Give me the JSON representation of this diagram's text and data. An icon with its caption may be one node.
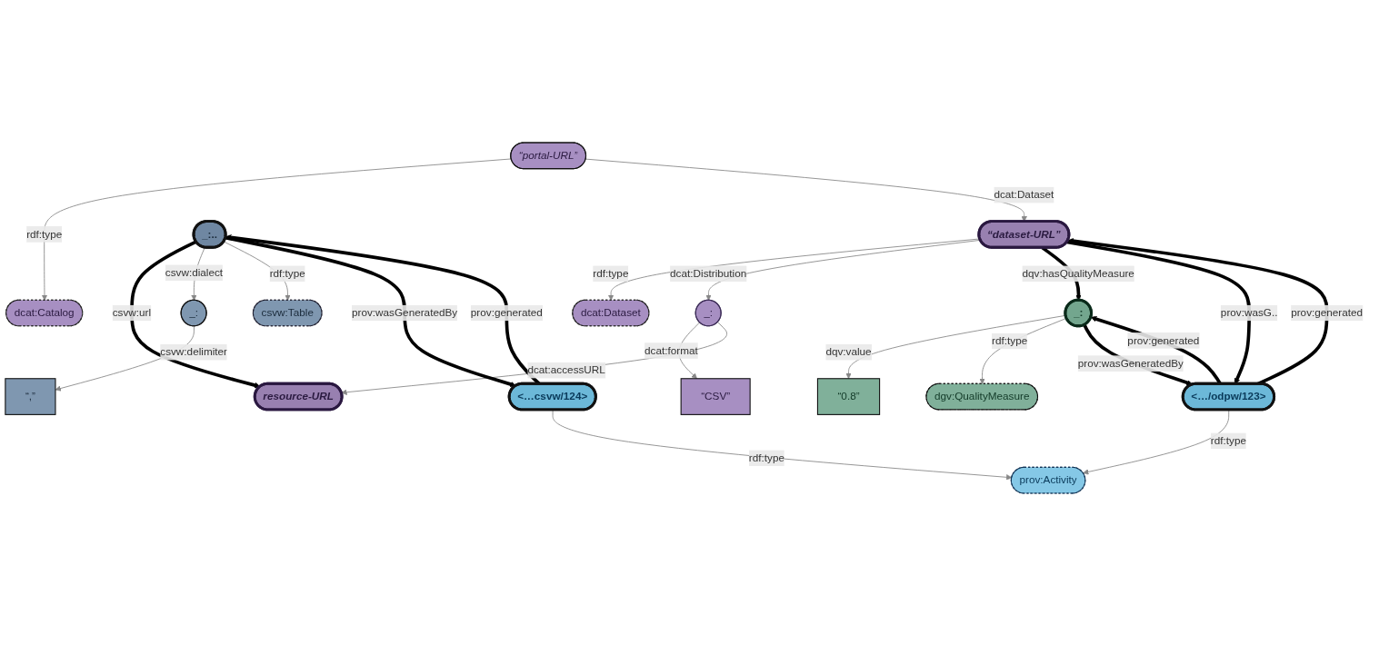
{
  "diagram": {
    "nodes": [
      {
        "text": [
          "dcat:Dataset"
        ]
      },
      {
        "text": [
          "“CSV”"
        ]
      },
      {
        "text": [
          "“portal-URL”"
        ]
      },
      {
        "text": [
          "_:"
        ]
      },
      {
        "text": [
          "resource-URL"
        ]
      },
      {
        "text": [
          "_:"
        ]
      },
      {
        "text": [
          "dcat:Catalog"
        ]
      },
      {
        "text": [
          "“dataset-URL”"
        ]
      },
      {
        "text": [
          "“,”"
        ]
      },
      {
        "text": [
          "_:.."
        ]
      },
      {
        "text": [
          "csvw:Table"
        ]
      },
      {
        "text": [
          "“0.8”"
        ]
      },
      {
        "text": [
          "_:"
        ]
      },
      {
        "text": [
          "<…csvw/124>"
        ]
      },
      {
        "text": [
          "dgv:QualityMeasure"
        ]
      },
      {
        "text": [
          "<…/odpw/123>"
        ]
      },
      {
        "text": [
          "prov:Activity"
        ]
      }
    ],
    "edges": [
      {
        "from": 2,
        "to": 6,
        "arrow": "to",
        "label": "rdf:type"
      },
      {
        "from": 2,
        "to": 7,
        "arrow": "to",
        "label": "dcat:Dataset"
      },
      {
        "from": 7,
        "to": 0,
        "arrow": "to",
        "label": "rdf:type"
      },
      {
        "from": 7,
        "to": 3,
        "arrow": "to",
        "label": "dcat:Distribution"
      },
      {
        "from": 3,
        "to": 1,
        "arrow": "to",
        "label": "dcat:format"
      },
      {
        "from": 3,
        "to": 4,
        "arrow": "to",
        "label": "dcat:accessURL"
      },
      {
        "from": 9,
        "to": 4,
        "arrow": "to",
        "label": "csvw:url",
        "style": "thick",
        "color": "#000000"
      },
      {
        "from": 9,
        "to": 5,
        "arrow": "to",
        "label": "csvw:dialect"
      },
      {
        "from": 5,
        "to": 8,
        "arrow": "to",
        "label": "csvw:delimiter"
      },
      {
        "from": 9,
        "to": 10,
        "arrow": "to",
        "label": "rdf:type"
      },
      {
        "from": 9,
        "to": 13,
        "arrow": "to",
        "label": "prov:wasGeneratedBy",
        "style": "thick",
        "color": "#000000"
      },
      {
        "from": 13,
        "to": 9,
        "arrow": "to",
        "label": "prov:generated",
        "style": "thick",
        "color": "#000000"
      },
      {
        "from": 13,
        "to": 16,
        "arrow": "to",
        "label": "rdf:type"
      },
      {
        "from": 7,
        "to": 12,
        "arrow": "to",
        "label": "dqv:hasQualityMeasure",
        "style": "thick",
        "color": "#000000"
      },
      {
        "from": 12,
        "to": 11,
        "arrow": "to",
        "label": "dqv:value"
      },
      {
        "from": 12,
        "to": 14,
        "arrow": "to",
        "label": "rdf:type"
      },
      {
        "from": 15,
        "to": 7,
        "arrow": "to",
        "label": "prov:generated",
        "style": "thick",
        "color": "#000000"
      },
      {
        "from": 7,
        "to": 15,
        "arrow": "to",
        "label": "prov:wasG..",
        "style": "thick",
        "color": "#000000"
      },
      {
        "from": 15,
        "to": 12,
        "arrow": "to",
        "label": "prov:generated",
        "style": "thick",
        "color": "#000000"
      },
      {
        "from": 12,
        "to": 15,
        "arrow": "to",
        "label": "prov:wasGeneratedBy",
        "style": "thick",
        "color": "#000000"
      },
      {
        "from": 15,
        "to": 16,
        "arrow": "to",
        "label": "rdf:type"
      }
    ]
  }
}
